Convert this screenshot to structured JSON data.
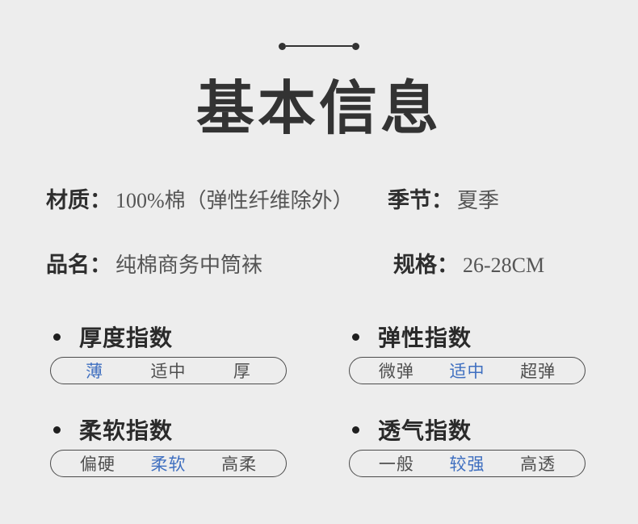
{
  "background_color": "#ededed",
  "accent_color": "#3f6fc0",
  "text_color": "#3a3a3a",
  "title": "基本信息",
  "divider": {
    "icon_left": "dot-icon",
    "icon_right": "dot-icon",
    "line": "horizontal-rule"
  },
  "specs": [
    {
      "label": "材质：",
      "value": "100%棉（弹性纤维除外）"
    },
    {
      "label": "季节：",
      "value": "夏季"
    },
    {
      "label": "品名：",
      "value": "纯棉商务中筒袜"
    },
    {
      "label": "规格：",
      "value": "26-28CM"
    }
  ],
  "indices": [
    {
      "heading": "厚度指数",
      "options": [
        "薄",
        "适中",
        "厚"
      ],
      "selected": "薄"
    },
    {
      "heading": "弹性指数",
      "options": [
        "微弹",
        "适中",
        "超弹"
      ],
      "selected": "适中"
    },
    {
      "heading": "柔软指数",
      "options": [
        "偏硬",
        "柔软",
        "高柔"
      ],
      "selected": "柔软"
    },
    {
      "heading": "透气指数",
      "options": [
        "一般",
        "较强",
        "高透"
      ],
      "selected": "较强"
    }
  ]
}
